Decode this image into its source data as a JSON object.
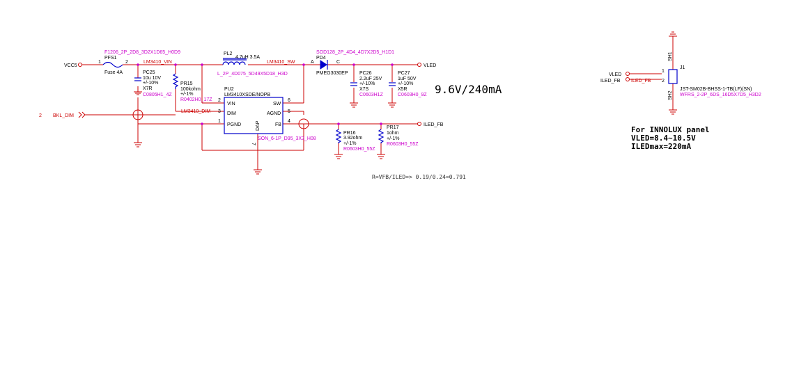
{
  "nets": {
    "vcc5": "VCC5",
    "lm3410_vin": "LM3410_VIN",
    "lm3410_sw": "LM3410_SW",
    "lm3410_dim": "LM3410_DIM",
    "vled": "VLED",
    "iled_fb": "ILED_FB",
    "bkl_dim": "BKL_DIM",
    "bkl_dim_sheet": "2"
  },
  "fuse": {
    "ref": "PFS1",
    "value": "Fuse 4A",
    "footprint": "F1206_2P_2D8_3D2X1D65_H0D9",
    "pin1": "1",
    "pin2": "2"
  },
  "pc25": {
    "ref": "PC25",
    "value": "10u  10V",
    "tol": "+/-10%",
    "dielectric": "X7R",
    "footprint": "C0805H1_4Z"
  },
  "pr15": {
    "ref": "PR15",
    "value": "100kohm",
    "tol": "+/-1%",
    "footprint": "R0402H0_17Z"
  },
  "pl2": {
    "ref": "PL2",
    "value": "4.7uH 3.5A",
    "footprint": "L_2P_4D075_5D49X5D18_H3D"
  },
  "pd4": {
    "ref": "PD4",
    "value": "PMEG3030EP",
    "footprint": "SOD128_2P_4D4_4D7X2D5_H1D1",
    "anode": "A",
    "cathode": "C"
  },
  "pc26": {
    "ref": "PC26",
    "value": "2.2uF   25V",
    "tol": "+/-10%",
    "dielectric": "X7S",
    "footprint": "C0603H1Z"
  },
  "pc27": {
    "ref": "PC27",
    "value": "1uF  50V",
    "tol": "+/-10%",
    "dielectric": "X5R",
    "footprint": "C0603H0_9Z"
  },
  "pu2": {
    "ref": "PU2",
    "value": "LM3410XSDE/NOPB",
    "footprint": "SON_6-1P_D95_3X3_H08",
    "pins": {
      "vin": "VIN",
      "vin_num": "2",
      "dim": "DIM",
      "dim_num": "3",
      "pgnd": "PGND",
      "pgnd_num": "1",
      "sw": "SW",
      "sw_num": "6",
      "agnd": "AGND",
      "agnd_num": "5",
      "fb": "FB",
      "fb_num": "4",
      "dap": "DAP",
      "dap_num": "7"
    }
  },
  "pr16": {
    "ref": "PR16",
    "value": "3.92ohm",
    "tol": "+/-1%",
    "footprint": "R0603H0_55Z"
  },
  "pr17": {
    "ref": "PR17",
    "value": "1ohm",
    "tol": "+/-1%",
    "footprint": "R0603H0_55Z"
  },
  "output_spec": "9.6V/240mA",
  "resistor_equation": "R=VFB/ILED=> 0.19/0.24=0.791",
  "connector": {
    "ref": "J1",
    "part": "JST-SM02B-BHSS-1-TB(LF)(SN)",
    "footprint": "WFRS_2-2P_6DS_16D5X7D5_H3D2",
    "sh1": "SH1",
    "sh2": "SH2",
    "pin1_net": "VLED",
    "pin2_net": "ILED_FB",
    "pin2_wire_label": "ILED_FB",
    "pin1": "1",
    "pin2": "2"
  },
  "panel_note": {
    "line1": "For INNOLUX panel",
    "line2": "VLED=8.4~10.5V",
    "line3": "ILEDmax=220mA"
  },
  "colors": {
    "wire": "#cc0000",
    "component": "#0000cc",
    "label": "#cc00cc",
    "text": "#000000"
  }
}
